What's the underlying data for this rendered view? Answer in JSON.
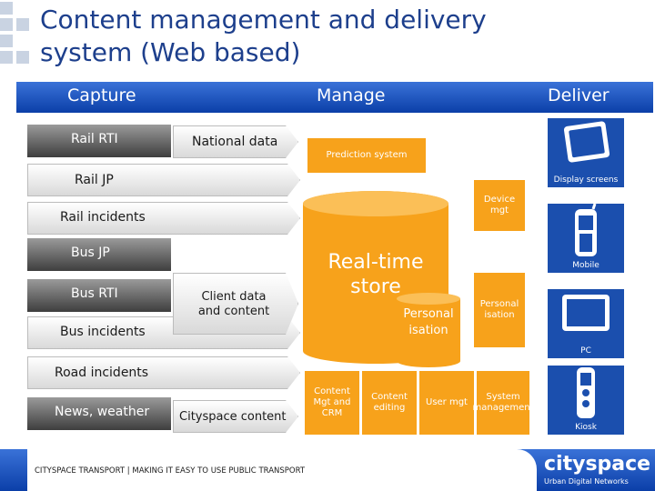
{
  "title": "Content management and delivery system (Web based)",
  "sections": {
    "capture": "Capture",
    "manage": "Manage",
    "deliver": "Deliver"
  },
  "capture_sources": [
    "Rail RTI",
    "Rail JP",
    "Rail incidents",
    "Bus JP",
    "Bus RTI",
    "Bus incidents",
    "Road incidents",
    "News, weather"
  ],
  "manage_arrows": {
    "national_data": "National data",
    "client_data": "Client data and content",
    "cityspace_content": "Cityspace content"
  },
  "manage_boxes": {
    "prediction_system": "Prediction system",
    "device_mgt": "Device mgt",
    "personalisation_box": "Personal isation",
    "content_mgt": "Content Mgt and CRM",
    "content_editing": "Content editing",
    "user_mgt": "User mgt",
    "system_management": "System management"
  },
  "store": {
    "title": "Real-time store",
    "small": "Personal isation"
  },
  "deliver_channels": [
    "Display screens",
    "Mobile",
    "PC",
    "Kiosk"
  ],
  "footer": {
    "text": "CITYSPACE TRANSPORT | MAKING IT EASY TO USE PUBLIC TRANSPORT",
    "logo": "cityspace",
    "tagline": "Urban Digital Networks"
  },
  "colors": {
    "brand_blue": "#1b4fae",
    "orange": "#f7a21b",
    "title_blue": "#1d3f8c"
  }
}
